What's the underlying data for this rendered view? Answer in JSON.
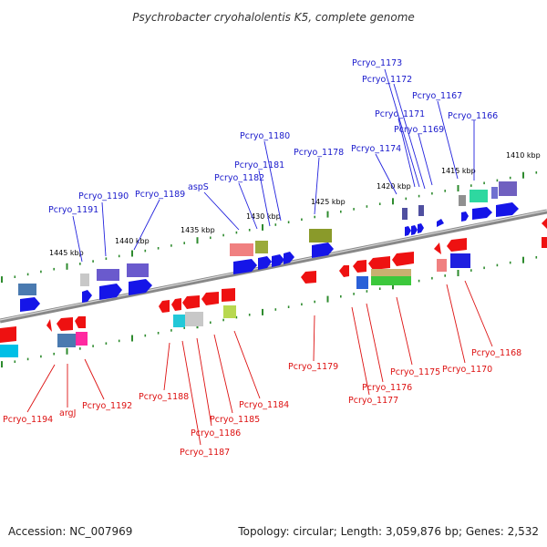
{
  "title": "Psychrobacter cryohalolentis K5, complete genome",
  "footer": {
    "accession": "Accession: NC_007969",
    "summary": "Topology: circular; Length: 3,059,876 bp; Genes: 2,532"
  },
  "scale_labels": [
    "1410 kbp",
    "1415 kbp",
    "1420 kbp",
    "1425 kbp",
    "1430 kbp",
    "1435 kbp",
    "1440 kbp",
    "1445 kbp"
  ],
  "top_labels": [
    "Pcryo_1173",
    "Pcryo_1172",
    "Pcryo_1167",
    "Pcryo_1171",
    "Pcryo_1166",
    "Pcryo_1169",
    "Pcryo_1180",
    "Pcryo_1174",
    "Pcryo_1178",
    "Pcryo_1181",
    "Pcryo_1182",
    "aspS",
    "Pcryo_1190",
    "Pcryo_1189",
    "Pcryo_1191"
  ],
  "bottom_labels": [
    "Pcryo_1168",
    "Pcryo_1179",
    "Pcryo_1175",
    "Pcryo_1170",
    "Pcryo_1176",
    "Pcryo_1177",
    "Pcryo_1188",
    "Pcryo_1184",
    "Pcryo_1185",
    "Pcryo_1186",
    "Pcryo_1187",
    "Pcryo_1192",
    "argJ",
    "Pcryo_1194"
  ],
  "colors": {
    "forward_label": "#1a1acc",
    "reverse_label": "#dd1111",
    "backbone": "#999999",
    "scale_tick": "#2e8b2e"
  }
}
